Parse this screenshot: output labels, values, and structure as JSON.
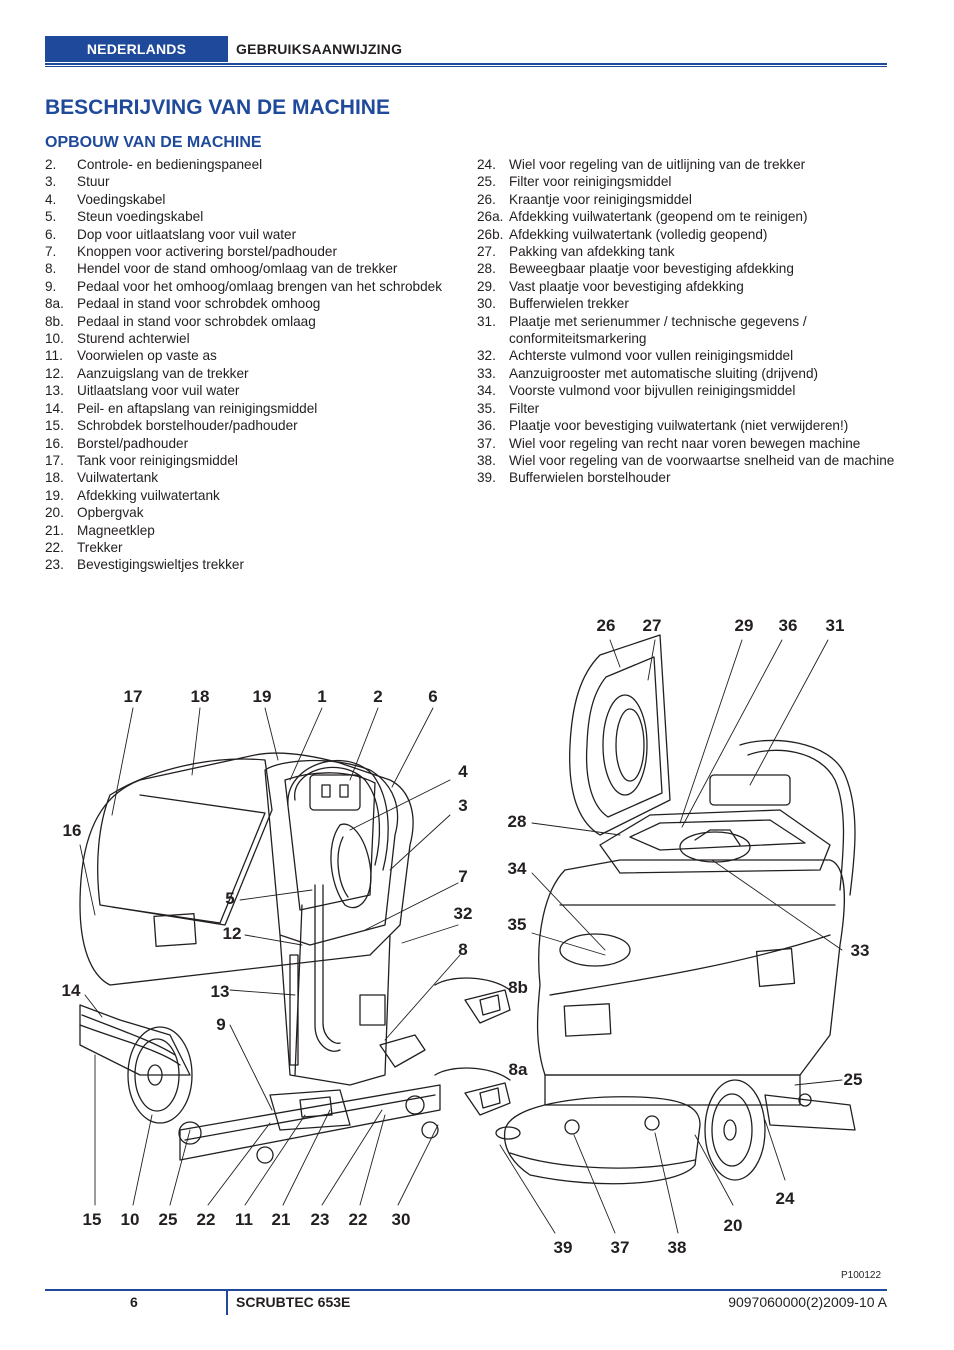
{
  "header": {
    "language": "NEDERLANDS",
    "doc_type": "GEBRUIKSAANWIJZING"
  },
  "title": "BESCHRIJVING VAN DE MACHINE",
  "section": "OPBOUW VAN DE MACHINE",
  "parts_left": [
    {
      "n": "2.",
      "t": "Controle- en bedieningspaneel"
    },
    {
      "n": "3.",
      "t": "Stuur"
    },
    {
      "n": "4.",
      "t": "Voedingskabel"
    },
    {
      "n": "5.",
      "t": "Steun voedingskabel"
    },
    {
      "n": "6.",
      "t": "Dop voor uitlaatslang voor vuil water"
    },
    {
      "n": "7.",
      "t": "Knoppen voor activering borstel/padhouder"
    },
    {
      "n": "8.",
      "t": "Hendel voor de stand omhoog/omlaag van de trekker"
    },
    {
      "n": "9.",
      "t": "Pedaal voor het omhoog/omlaag brengen van het schrobdek"
    },
    {
      "n": "8a.",
      "t": "Pedaal in stand voor schrobdek omhoog"
    },
    {
      "n": "8b.",
      "t": "Pedaal in stand voor schrobdek omlaag"
    },
    {
      "n": "10.",
      "t": "Sturend achterwiel"
    },
    {
      "n": "11.",
      "t": "Voorwielen op vaste as"
    },
    {
      "n": "12.",
      "t": "Aanzuigslang van de trekker"
    },
    {
      "n": "13.",
      "t": "Uitlaatslang voor vuil water"
    },
    {
      "n": "14.",
      "t": "Peil- en aftapslang van reinigingsmiddel"
    },
    {
      "n": "15.",
      "t": "Schrobdek borstelhouder/padhouder"
    },
    {
      "n": "16.",
      "t": "Borstel/padhouder"
    },
    {
      "n": "17.",
      "t": "Tank voor reinigingsmiddel"
    },
    {
      "n": "18.",
      "t": "Vuilwatertank"
    },
    {
      "n": "19.",
      "t": "Afdekking vuilwatertank"
    },
    {
      "n": "20.",
      "t": "Opbergvak"
    },
    {
      "n": "21.",
      "t": "Magneetklep"
    },
    {
      "n": "22.",
      "t": "Trekker"
    },
    {
      "n": "23.",
      "t": "Bevestigingswieltjes trekker"
    }
  ],
  "parts_right": [
    {
      "n": "24.",
      "t": "Wiel voor regeling van de uitlijning van de trekker"
    },
    {
      "n": "25.",
      "t": "Filter voor reinigingsmiddel"
    },
    {
      "n": "26.",
      "t": "Kraantje voor reinigingsmiddel"
    },
    {
      "n": "26a.",
      "t": "Afdekking vuilwatertank (geopend om te reinigen)"
    },
    {
      "n": "26b.",
      "t": "Afdekking vuilwatertank (volledig geopend)"
    },
    {
      "n": "27.",
      "t": "Pakking van afdekking tank"
    },
    {
      "n": "28.",
      "t": "Beweegbaar plaatje voor bevestiging afdekking"
    },
    {
      "n": "29.",
      "t": "Vast plaatje voor bevestiging afdekking"
    },
    {
      "n": "30.",
      "t": "Bufferwielen trekker"
    },
    {
      "n": "31.",
      "t": "Plaatje met serienummer / technische gegevens / conformiteitsmarkering"
    },
    {
      "n": "32.",
      "t": "Achterste vulmond voor vullen reinigingsmiddel"
    },
    {
      "n": "33.",
      "t": "Aanzuigrooster met automatische sluiting (drijvend)"
    },
    {
      "n": "34.",
      "t": "Voorste vulmond voor bijvullen reinigingsmiddel"
    },
    {
      "n": "35.",
      "t": "Filter"
    },
    {
      "n": "36.",
      "t": "Plaatje voor bevestiging vuilwatertank (niet verwijderen!)"
    },
    {
      "n": "37.",
      "t": "Wiel voor regeling van recht naar voren bewegen machine"
    },
    {
      "n": "38.",
      "t": "Wiel voor regeling van de voorwaartse snelheid van de machine"
    },
    {
      "n": "39.",
      "t": "Bufferwielen borstelhouder"
    }
  ],
  "callouts": [
    "17",
    "18",
    "19",
    "1",
    "2",
    "6",
    "4",
    "3",
    "7",
    "16",
    "5",
    "32",
    "12",
    "8",
    "14",
    "13",
    "9",
    "15",
    "10",
    "25",
    "22",
    "11",
    "21",
    "23",
    "22",
    "30",
    "26",
    "27",
    "29",
    "36",
    "31",
    "28",
    "34",
    "35",
    "33",
    "8b",
    "8a",
    "25",
    "24",
    "20",
    "39",
    "37",
    "38"
  ],
  "figure_code": "P100122",
  "footer": {
    "page": "6",
    "model": "SCRUBTEC 653E",
    "code": "9097060000(2)2009-10 A"
  }
}
